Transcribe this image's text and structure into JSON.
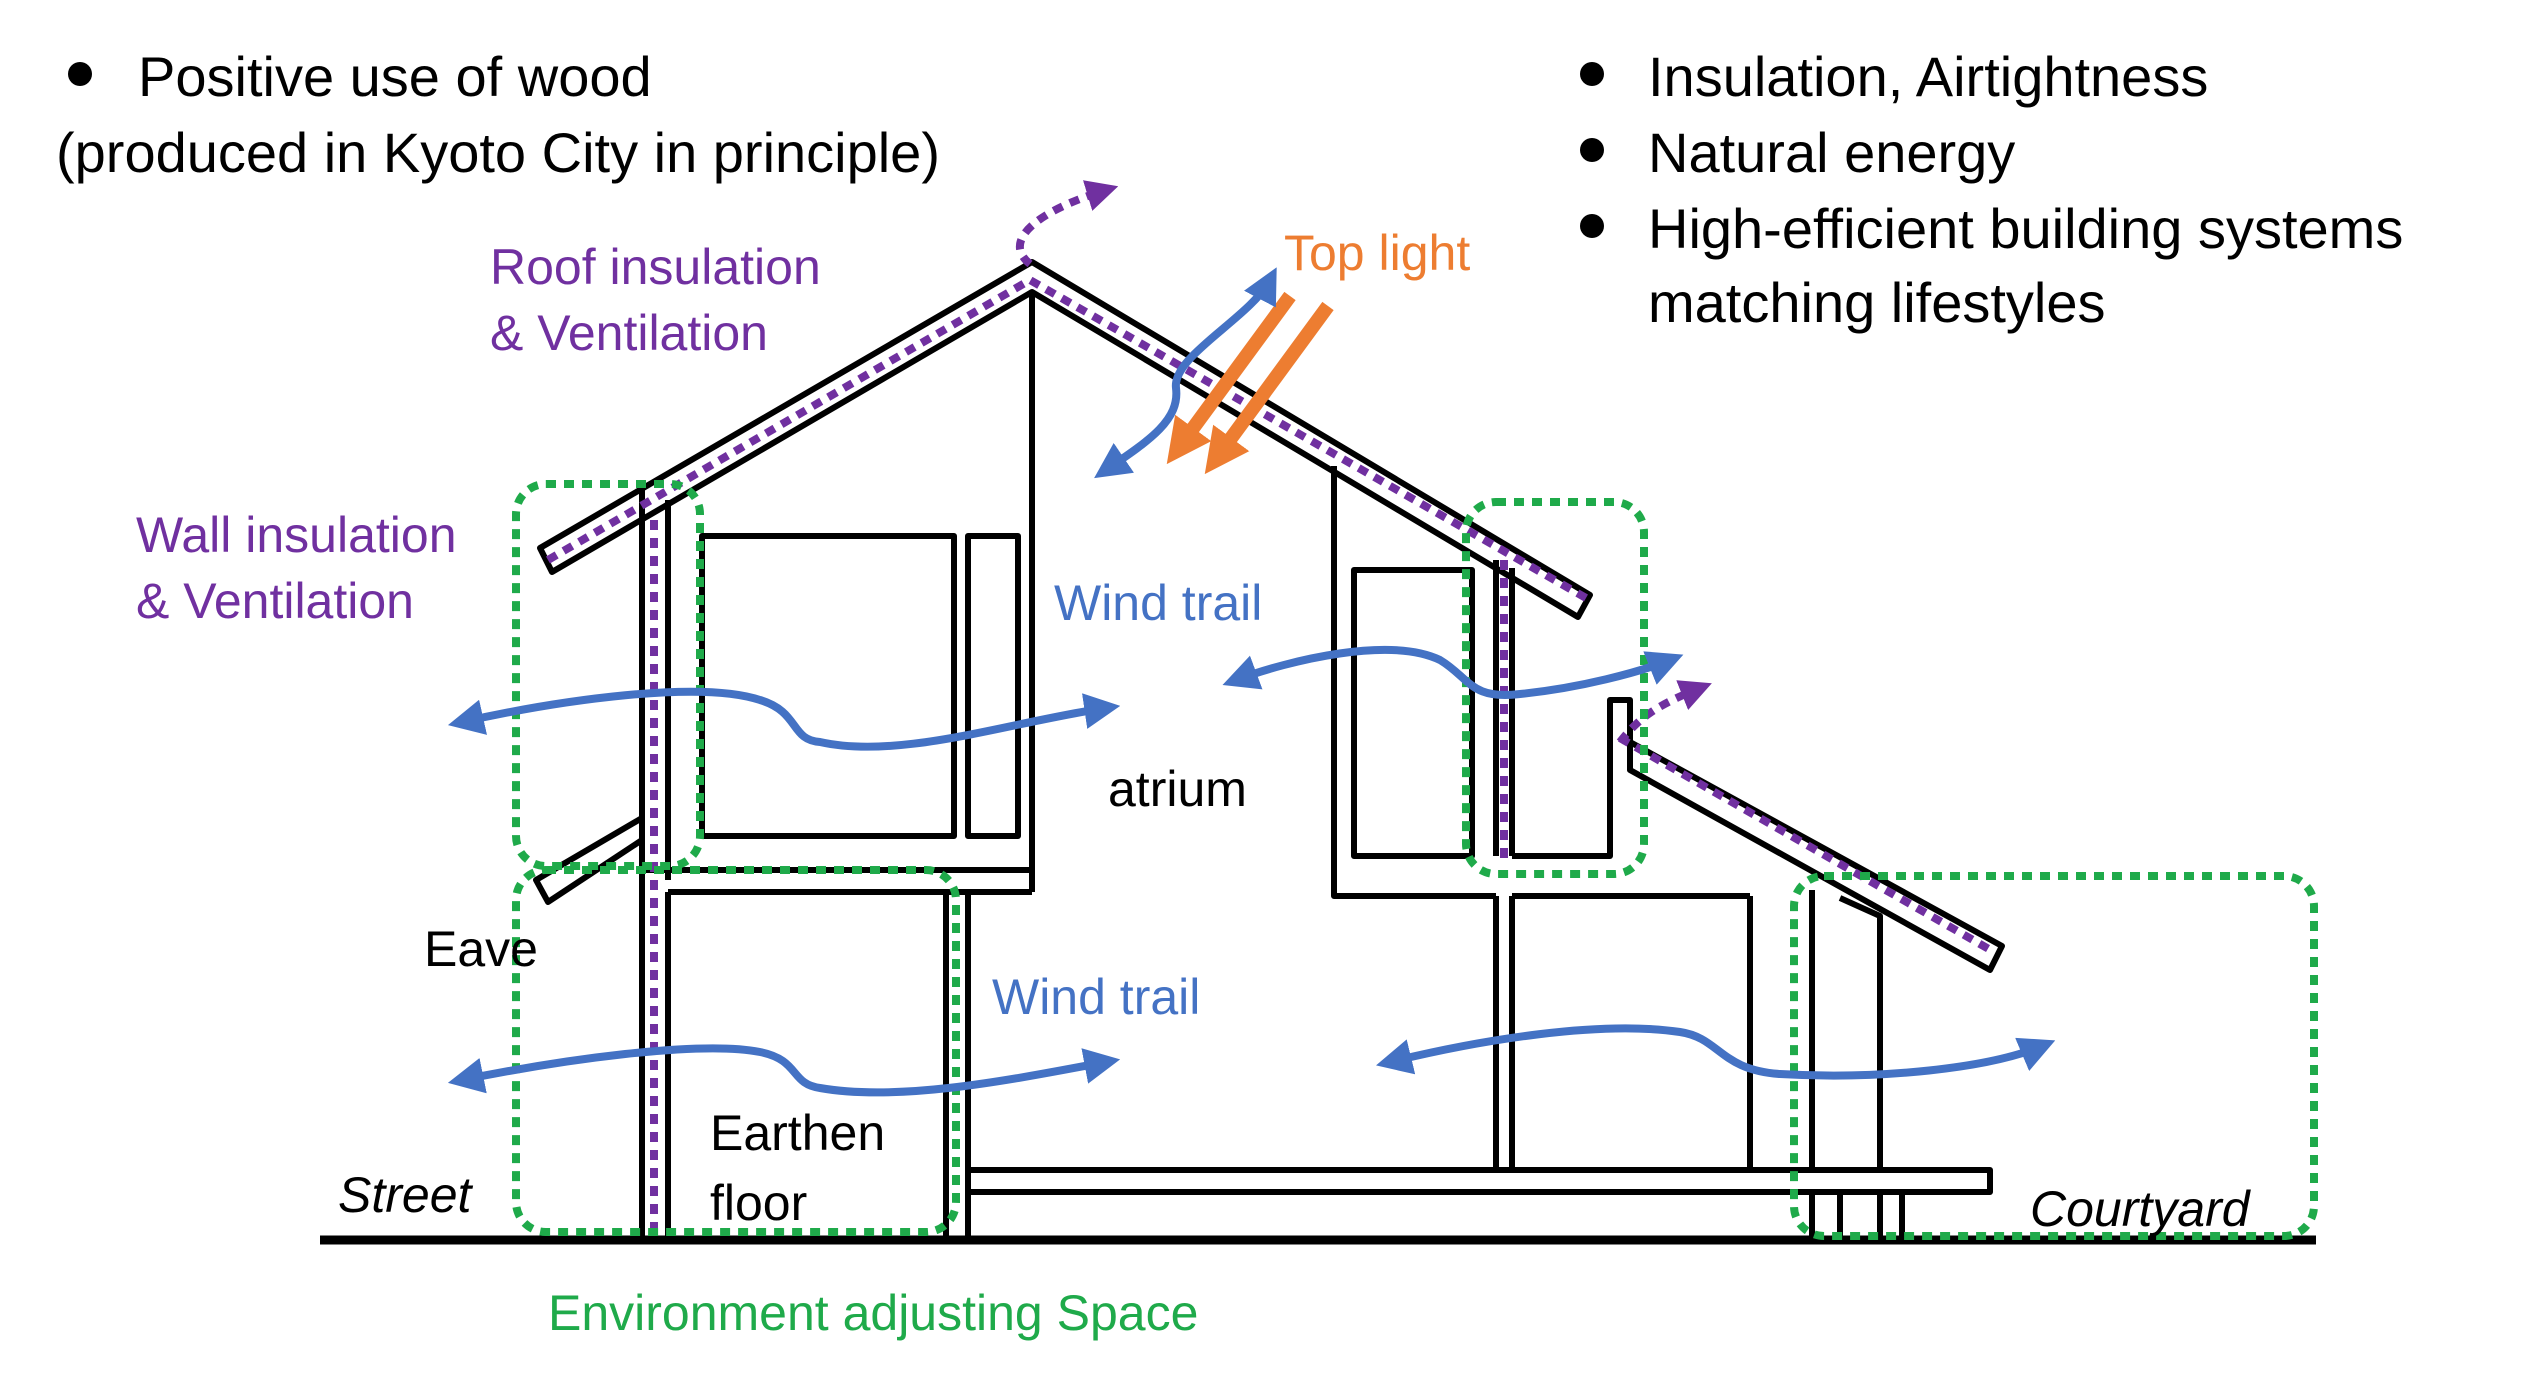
{
  "colors": {
    "black": "#000000",
    "purple": "#7030a0",
    "green": "#1faa4a",
    "blue": "#4472c4",
    "orange": "#ed7d31"
  },
  "bullets_left": {
    "item1_line1": "Positive use of wood",
    "item1_line2": "(produced in Kyoto City in principle)"
  },
  "bullets_right": {
    "item1": "Insulation, Airtightness",
    "item2": "Natural energy",
    "item3_line1": "High-efficient building systems",
    "item3_line2": "matching lifestyles"
  },
  "labels": {
    "roof_insulation_line1": "Roof insulation",
    "roof_insulation_line2": "& Ventilation",
    "wall_insulation_line1": "Wall insulation",
    "wall_insulation_line2": "& Ventilation",
    "top_light": "Top light",
    "wind_trail_upper": "Wind trail",
    "wind_trail_lower": "Wind trail",
    "atrium": "atrium",
    "eave": "Eave",
    "earthen_line1": "Earthen",
    "earthen_line2": "floor",
    "street": "Street",
    "courtyard": "Courtyard",
    "environment_space": "Environment adjusting Space"
  }
}
